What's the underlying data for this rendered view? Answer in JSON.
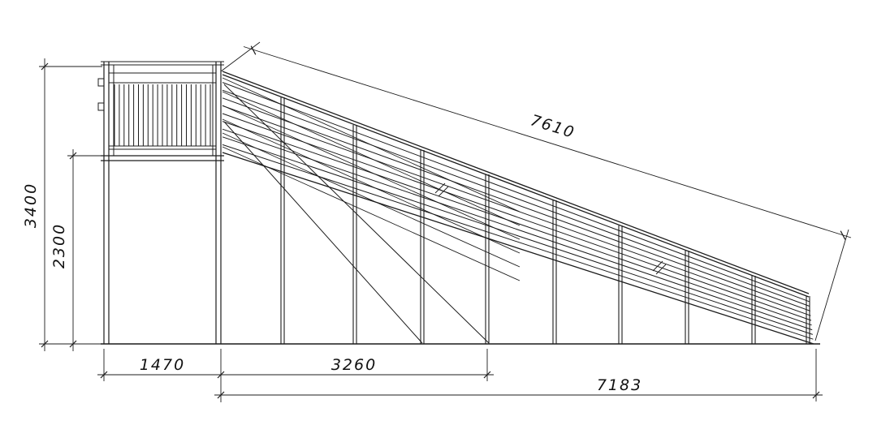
{
  "drawing": {
    "background": "#ffffff",
    "line_color": "#1c1c1c",
    "dimensions": {
      "total_height_mm": "3400",
      "deck_height_mm": "2300",
      "tower_width_mm": "1470",
      "mid_span_mm": "3260",
      "base_run_mm": "7183",
      "slope_length_mm": "7610"
    }
  }
}
